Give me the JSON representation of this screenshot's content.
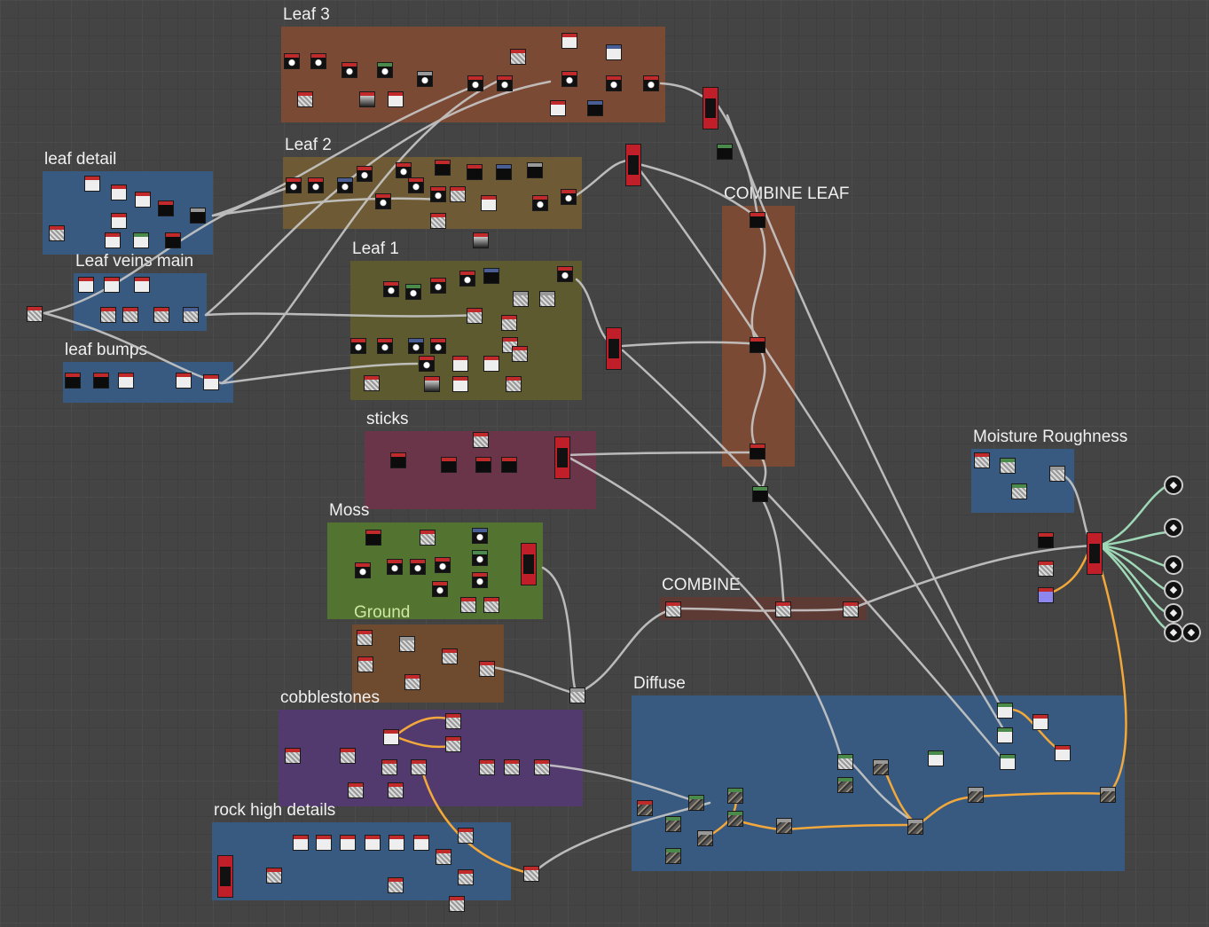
{
  "frames": [
    {
      "id": "leaf3",
      "title": "Leaf 3",
      "color": "#7a4a35"
    },
    {
      "id": "leaf2",
      "title": "Leaf 2",
      "color": "#6e5a34"
    },
    {
      "id": "leafdetail",
      "title": "leaf detail",
      "color": "#385a80"
    },
    {
      "id": "leafveins",
      "title": "Leaf veins main",
      "color": "#385a80"
    },
    {
      "id": "leafbumps",
      "title": "leaf bumps",
      "color": "#385a80"
    },
    {
      "id": "leaf1",
      "title": "Leaf 1",
      "color": "#5e5a30"
    },
    {
      "id": "combineleaf",
      "title": "COMBINE LEAF",
      "color": "#7a4a35"
    },
    {
      "id": "sticks",
      "title": "sticks",
      "color": "#6a3548"
    },
    {
      "id": "moss",
      "title": "Moss",
      "color": "#527430"
    },
    {
      "id": "ground",
      "title": "Ground",
      "color": "#6e4a2e"
    },
    {
      "id": "cobble",
      "title": "cobblestones",
      "color": "#523a6e"
    },
    {
      "id": "rock",
      "title": "rock high details",
      "color": "#385a80"
    },
    {
      "id": "diffuse",
      "title": "Diffuse",
      "color": "#385a80"
    },
    {
      "id": "moisture",
      "title": "Moisture Roughness",
      "color": "#385a80"
    },
    {
      "id": "combine",
      "title": "COMBINE",
      "color": "#5e3a34"
    }
  ],
  "outputs": {
    "icon": "output-node-icon",
    "count": 7
  }
}
